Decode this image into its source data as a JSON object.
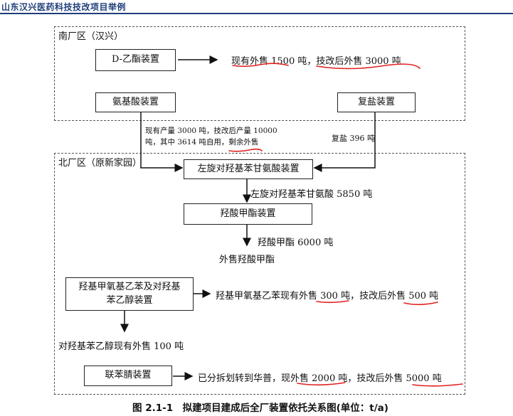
{
  "header": {
    "title": "山东汉兴医药科技技改项目举例",
    "accent_color": "#1f3e7a"
  },
  "regions": {
    "south": "南厂区（汉兴）",
    "north": "北厂区（原新家园）"
  },
  "boxes": {
    "d_ester": "D-乙酯装置",
    "amino_acid": "氨基酸装置",
    "double_salt": "复盐装置",
    "hydroxyphenylglycine": "左旋对羟基苯甘氨酸装置",
    "hydroxy_ester": "羟酸甲酯装置",
    "methoxy_device": "羟基甲氧基乙苯及对羟基苯乙醇装置",
    "biphenyl_nitrile": "联苯腈装置"
  },
  "flows": {
    "d_ester_sale": "现有外售 1500 吨，技改后外售 3000 吨",
    "amino_note": "现有产量 3000 吨，技改后产量 10000 吨，其中 3614 吨自用，剩余外售",
    "double_salt_qty": "复盐 396 吨",
    "hpg_qty": "左旋对羟基苯甘氨酸 5850 吨",
    "ester_qty": "羟酸甲酯 6000 吨",
    "ester_sale": "外售羟酸甲酯",
    "methoxy_sale": "羟基甲氧基乙苯现有外售 300 吨，技改后外售 500 吨",
    "phenylethanol_sale": "对羟基苯乙醇现有外售 100 吨",
    "biphenyl_sale": "已分拆划转到华普，现外售 2000 吨，技改后外售 5000 吨"
  },
  "caption": "图 2.1-1　拟建项目建成后全厂装置依托关系图(单位：t/a)"
}
